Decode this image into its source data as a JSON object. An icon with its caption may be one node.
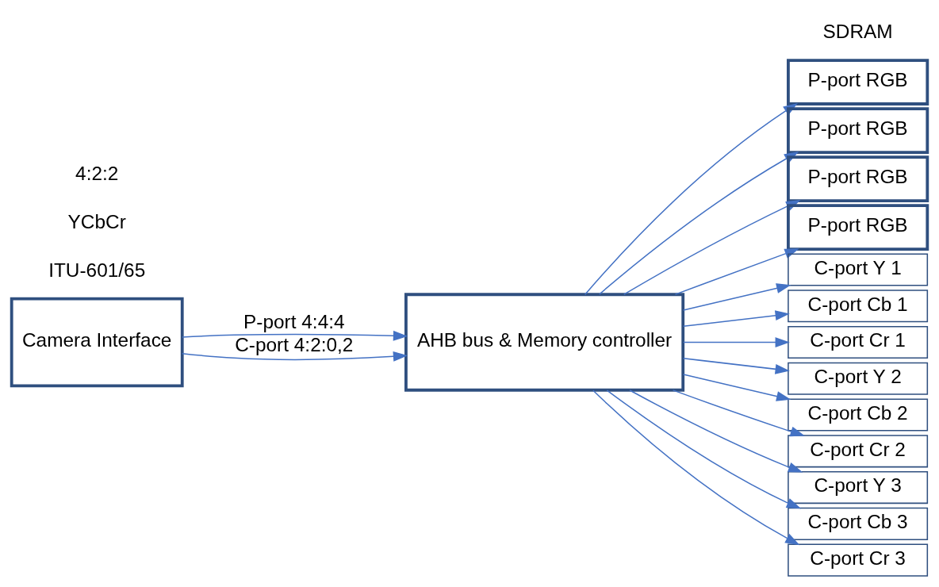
{
  "diagram": {
    "nodes": [
      {
        "text": [
          "Camera Interface"
        ]
      },
      {
        "text": [
          "AHB bus & Memory controller"
        ]
      },
      {
        "text": [
          "P-port RGB"
        ]
      },
      {
        "text": [
          "P-port RGB"
        ]
      },
      {
        "text": [
          "P-port RGB"
        ]
      },
      {
        "text": [
          "P-port RGB"
        ]
      },
      {
        "text": [
          "C-port Y 1"
        ]
      },
      {
        "text": [
          "C-port Cb 1"
        ]
      },
      {
        "text": [
          "C-port Cr 1"
        ]
      },
      {
        "text": [
          "C-port Y 2"
        ]
      },
      {
        "text": [
          "C-port Cb 2"
        ]
      },
      {
        "text": [
          "C-port Cr 2"
        ]
      },
      {
        "text": [
          "C-port Y 3"
        ]
      },
      {
        "text": [
          "C-port Cb 3"
        ]
      },
      {
        "text": [
          "C-port Cr 3"
        ]
      }
    ],
    "edges": [
      {
        "from": 0,
        "to": 1,
        "arrow": "to",
        "label": "P-port 4:4:4"
      },
      {
        "from": 0,
        "to": 1,
        "arrow": "to",
        "label": "C-port 4:2:0,2"
      },
      {
        "from": 1,
        "to": 2,
        "arrow": "to"
      },
      {
        "from": 1,
        "to": 3,
        "arrow": "to"
      },
      {
        "from": 1,
        "to": 4,
        "arrow": "to"
      },
      {
        "from": 1,
        "to": 5,
        "arrow": "to"
      },
      {
        "from": 1,
        "to": 6,
        "arrow": "to"
      },
      {
        "from": 1,
        "to": 7,
        "arrow": "to"
      },
      {
        "from": 1,
        "to": 8,
        "arrow": "to"
      },
      {
        "from": 1,
        "to": 9,
        "arrow": "to"
      },
      {
        "from": 1,
        "to": 10,
        "arrow": "to"
      },
      {
        "from": 1,
        "to": 11,
        "arrow": "to"
      },
      {
        "from": 1,
        "to": 12,
        "arrow": "to"
      },
      {
        "from": 1,
        "to": 13,
        "arrow": "to"
      },
      {
        "from": 1,
        "to": 14,
        "arrow": "to"
      }
    ],
    "labels": [
      "SDRAM",
      "ITU-601/65",
      "YCbCr",
      "4:2:2"
    ]
  }
}
